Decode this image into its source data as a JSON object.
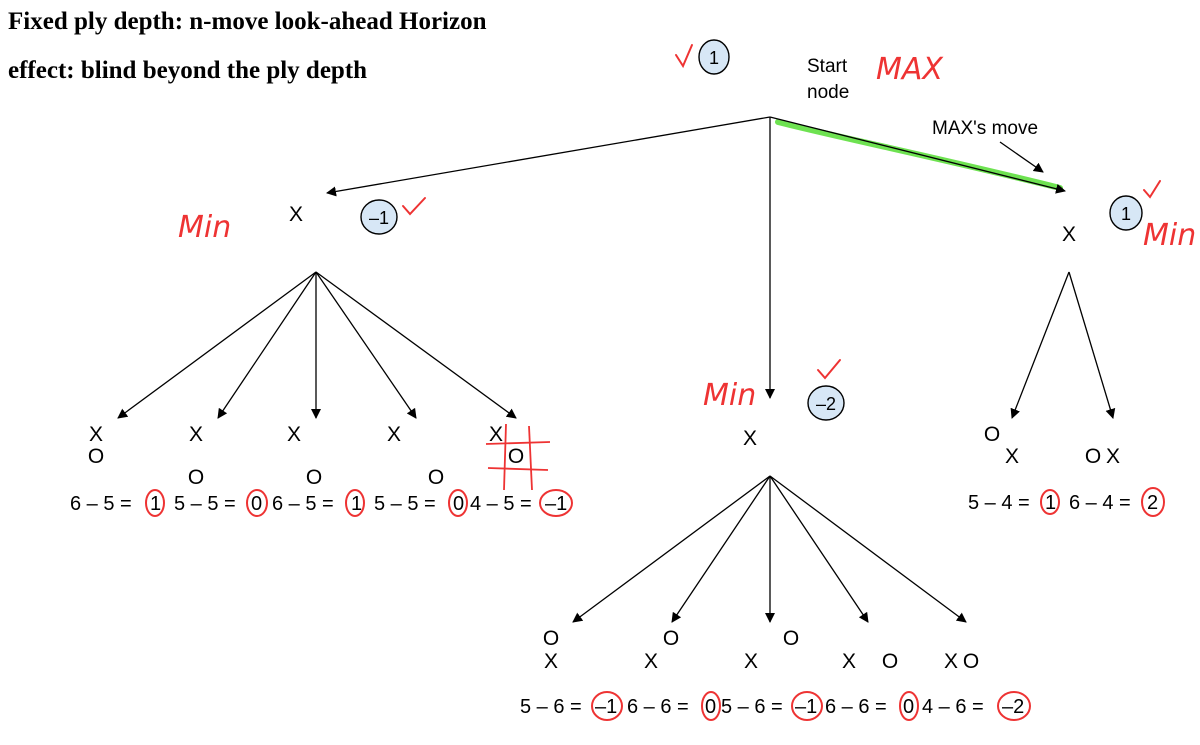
{
  "heading": {
    "line1": "Fixed ply depth: n-move look-ahead Horizon",
    "line2": "effect: blind beyond the ply depth"
  },
  "root": {
    "label_line1": "Start",
    "label_line2": "node",
    "value": "1",
    "handwritten": "MAX"
  },
  "annotations": {
    "max_move": "MAX's move",
    "min_left": "Min",
    "min_middle": "Min",
    "min_right": "Min"
  },
  "level1": {
    "left_value": "–1",
    "middle_value": "–2",
    "right_value": "1"
  },
  "left_leaves": [
    {
      "equation": "6 – 5 =",
      "result": "1"
    },
    {
      "equation": "5 – 5 =",
      "result": "0"
    },
    {
      "equation": "6 – 5 =",
      "result": "1"
    },
    {
      "equation": "5 – 5 =",
      "result": "0"
    },
    {
      "equation": "4 – 5 =",
      "result": "–1"
    }
  ],
  "middle_leaves": [
    {
      "equation": "5 – 6 =",
      "result": "–1"
    },
    {
      "equation": "6 – 6 =",
      "result": "0"
    },
    {
      "equation": "5 – 6 =",
      "result": "–1"
    },
    {
      "equation": "6 – 6 =",
      "result": "0"
    },
    {
      "equation": "4 – 6 =",
      "result": "–2"
    }
  ],
  "right_leaves": [
    {
      "equation": "5 – 4 =",
      "result": "1"
    },
    {
      "equation": "6 – 4 =",
      "result": "2"
    }
  ],
  "marks": {
    "x": "X",
    "o": "O"
  },
  "colors": {
    "grid": "#44a9e6",
    "handwriting": "#ee3333",
    "highlight": "#55dd33",
    "badge": "#d7e7f6"
  }
}
